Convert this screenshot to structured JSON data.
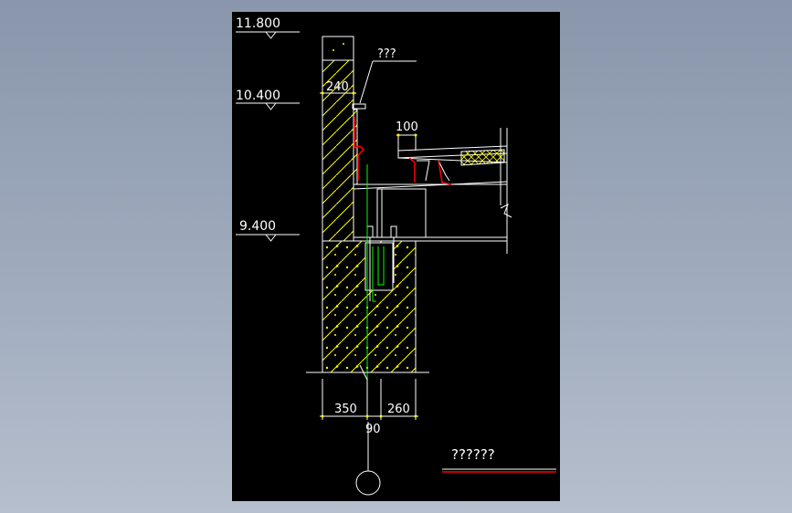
{
  "drawing": {
    "levels": [
      "11.800",
      "10.400",
      "9.400"
    ],
    "dims": {
      "top_width": "240",
      "flashing": "100",
      "left": "350",
      "right": "260",
      "offset": "90"
    },
    "callout_label": "???",
    "title_text": "??????",
    "colors": {
      "sheet": "#000000",
      "wall": "#ffffff",
      "hatch": "#ffff00",
      "dimension": "#ffffff",
      "rebar": "#00ff00",
      "flashing": "#ff0000",
      "title_underline": "#ff0000"
    }
  }
}
